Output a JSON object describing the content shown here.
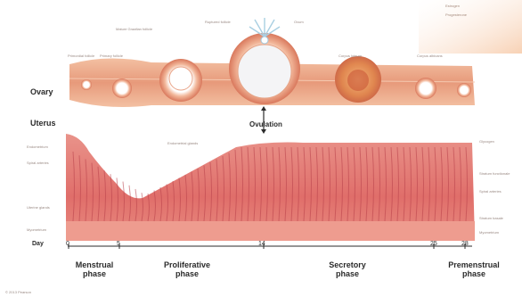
{
  "rows": {
    "ovary": "Ovary",
    "uterus": "Uterus"
  },
  "ovulation": "Ovulation",
  "day_label": "Day",
  "days": [
    "0",
    "5",
    "14",
    "25",
    "28"
  ],
  "phases": [
    {
      "line1": "Menstrual",
      "line2": "phase"
    },
    {
      "line1": "Proliferative",
      "line2": "phase"
    },
    {
      "line1": "Secretory",
      "line2": "phase"
    },
    {
      "line1": "Premenstrual",
      "line2": "phase"
    }
  ],
  "ovary_labels": {
    "primordial": "Primordial follicle",
    "primary": "Primary follicle",
    "secondary": "Mature Graafian follicle",
    "graafian": "Ruptured follicle",
    "ovum": "Ovum",
    "corpus": "Corpus luteum",
    "albicans": "Corpus albicans"
  },
  "uterus_left_labels": [
    "Endometrium",
    "Spiral arteries",
    "Uterine glands",
    "Myometrium"
  ],
  "uterus_right_labels": [
    "Glycogen",
    "Stratum functionale",
    "Spiral arteries",
    "Stratum basale",
    "Myometrium"
  ],
  "uterus_mid_label": "Endometrial glands",
  "legend": [
    "Estrogen",
    "Progesterone"
  ],
  "credit": "© 2013 Pearson"
}
